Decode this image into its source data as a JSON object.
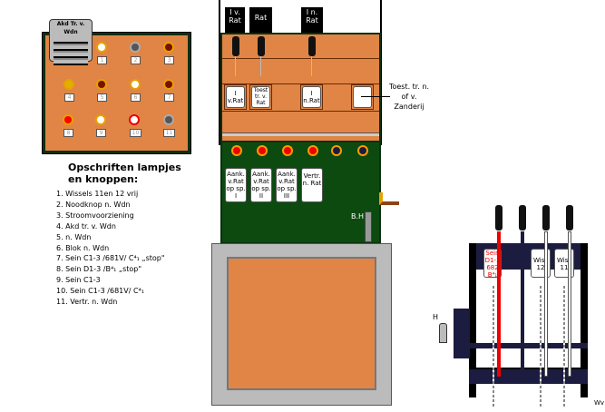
{
  "lamp_panel": {
    "akd_label": "Akd Tr. v. Wdn",
    "numbers": [
      "1",
      "2",
      "3",
      "4",
      "5",
      "6",
      "7",
      "8",
      "9",
      "10",
      "11"
    ]
  },
  "legend": {
    "title_1": "Opschriften lampjes",
    "title_2": "en knoppen:",
    "items": [
      "1. Wissels 11en 12 vrij",
      "2. Noodknop n. Wdn",
      "3. Stroomvoorziening",
      "4. Akd tr. v. Wdn",
      "5. n. Wdn",
      "6. Blok n. Wdn",
      "7. Sein C1-3 /681V/ C⁴₁ „stop\"",
      "8. Sein D1-3 /B⁴₁ „stop\"",
      "9. Sein C1-3",
      "10. Sein C1-3 /681V/ C⁴₁",
      "11. Vertr. n. Wdn"
    ]
  },
  "block": {
    "top_tags": [
      "I v. Rat",
      "Rat",
      "I n. Rat"
    ],
    "cards": [
      "I v.Rat",
      "Toest tr. v. Rat",
      "I n.Rat",
      ""
    ],
    "annotation": "Toest. tr. n. of v. Zanderij",
    "green_cards": [
      "Aank. v.Rat op sp. I",
      "Aank. v.Rat op sp. II",
      "Aank. v.Rat op sp. III",
      "Vertr. n. Rat"
    ],
    "handle_label": "B.H"
  },
  "lever_frame": {
    "cards": [
      "Sein D1-3 682 B⁴₁",
      "",
      "Wiss 12",
      "Wiss 11"
    ],
    "h_label": "H",
    "corner_label": "Wv"
  }
}
